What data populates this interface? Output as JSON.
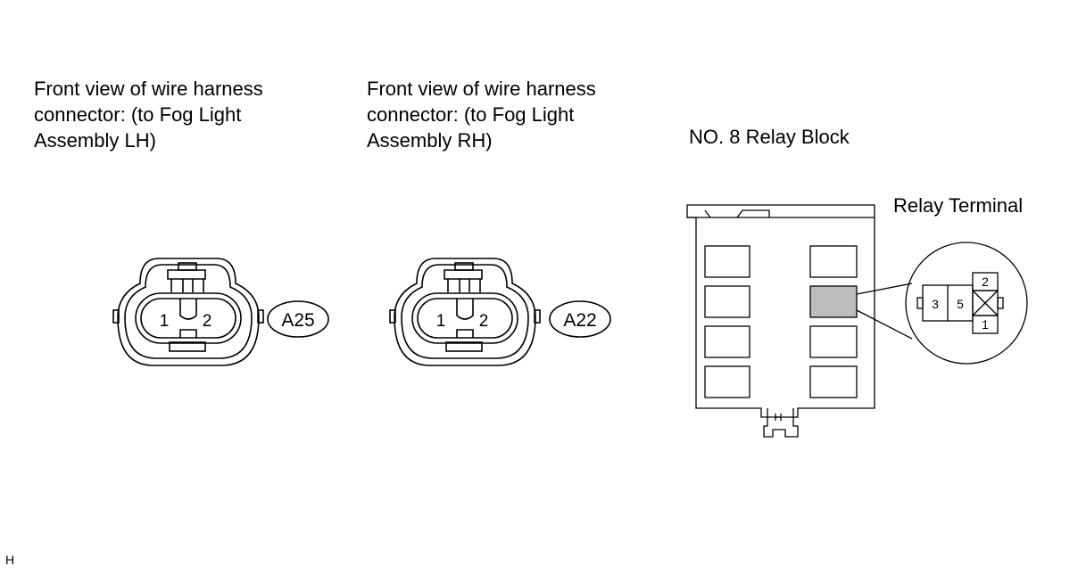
{
  "captions": {
    "connector_lh": [
      "Front view of wire harness",
      "connector: (to Fog Light",
      "Assembly LH)"
    ],
    "connector_rh": [
      "Front view of wire harness",
      "connector: (to Fog Light",
      "Assembly RH)"
    ],
    "relay_block": "NO. 8 Relay Block",
    "relay_terminal": "Relay Terminal"
  },
  "connectors": [
    {
      "id": "A25",
      "pins": [
        "1",
        "2"
      ]
    },
    {
      "id": "A22",
      "pins": [
        "1",
        "2"
      ]
    }
  ],
  "relay_terminal_pins": {
    "left": "3",
    "middle": "5",
    "top": "2",
    "bottom": "1"
  },
  "corner_mark": "H"
}
